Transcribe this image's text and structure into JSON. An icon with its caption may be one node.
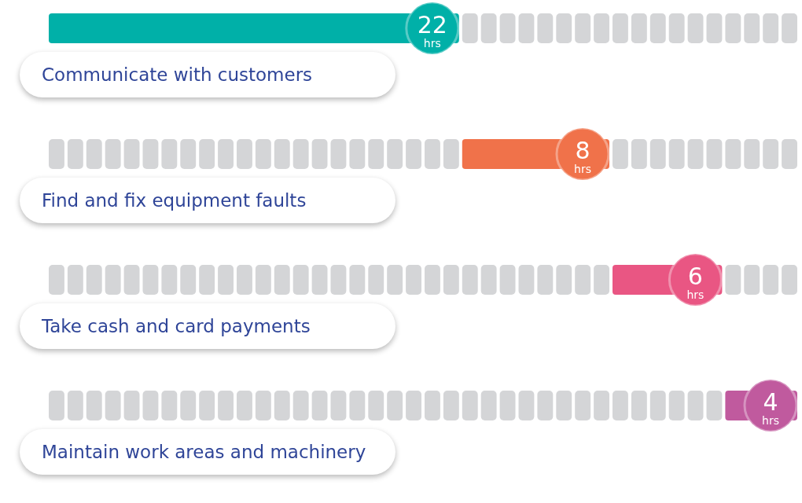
{
  "diagram": {
    "labels": [
      "22",
      "hrs",
      "Communicate with customers",
      "8",
      "hrs",
      "Find and fix equipment faults",
      "6",
      "hrs",
      "Take cash and card payments",
      "4",
      "hrs",
      "Maintain work areas and machinery"
    ]
  }
}
